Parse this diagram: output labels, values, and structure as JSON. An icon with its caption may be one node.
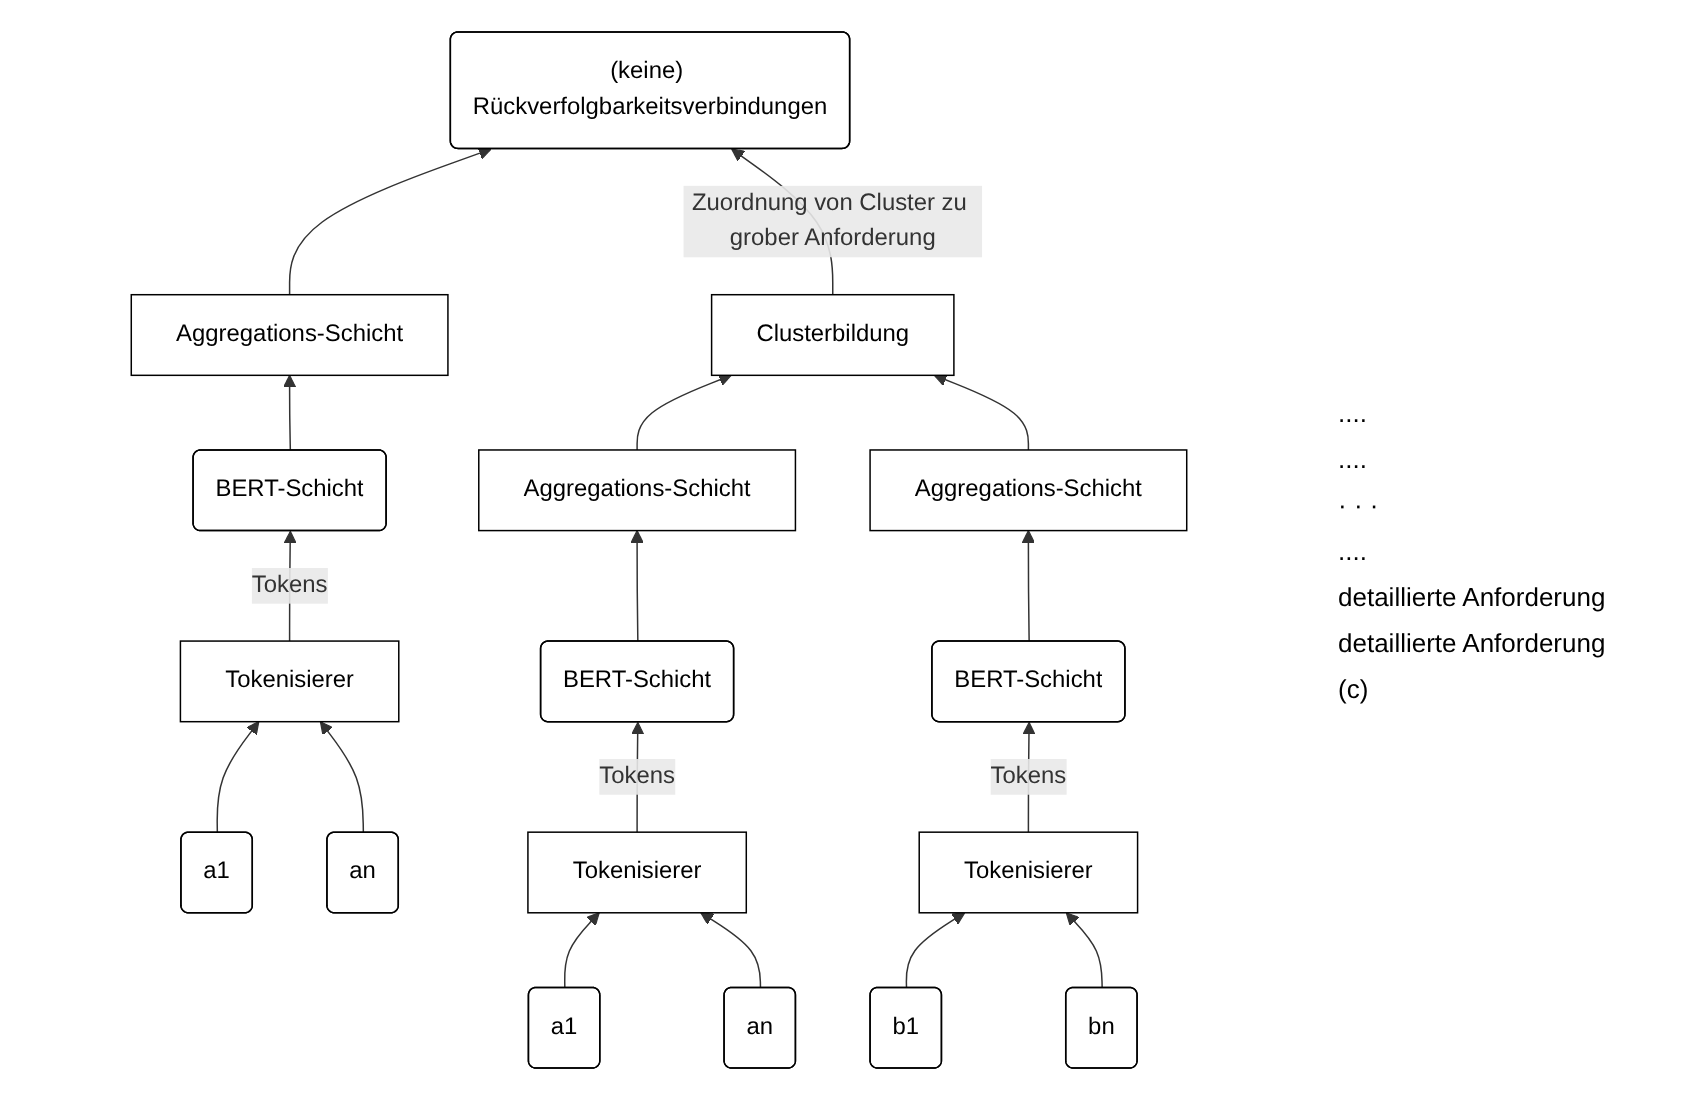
{
  "diagram": {
    "caption": "(c)",
    "nodes": [
      {
        "text": [
          "(keine) Rückverfolgbarkeitsverbindungen"
        ]
      },
      {
        "text": [
          "Clusterbildung"
        ]
      },
      {
        "text": [
          "Aggregations-Schicht"
        ]
      },
      {
        "text": [
          "BERT-Schicht"
        ]
      },
      {
        "text": [
          "Tokenisierer"
        ]
      },
      {
        "text": [
          "a1"
        ]
      },
      {
        "text": [
          "an"
        ]
      },
      {
        "text": [
          "Aggregations-Schicht"
        ]
      },
      {
        "text": [
          "BERT-Schicht"
        ]
      },
      {
        "text": [
          "Tokenisierer"
        ]
      },
      {
        "text": [
          "a1"
        ]
      },
      {
        "text": [
          "an"
        ]
      },
      {
        "text": [
          "Aggregations-Schicht"
        ]
      },
      {
        "text": [
          "BERT-Schicht"
        ]
      },
      {
        "text": [
          "Tokenisierer"
        ]
      },
      {
        "text": [
          "b1"
        ]
      },
      {
        "text": [
          "bn"
        ]
      }
    ],
    "edges": [
      {
        "from": 2,
        "to": 0,
        "arrow": "to"
      },
      {
        "from": 1,
        "to": 0,
        "arrow": "to",
        "label": "Zuordnung von Cluster zu grober Anforderung"
      },
      {
        "from": 7,
        "to": 1,
        "arrow": "to"
      },
      {
        "from": 12,
        "to": 1,
        "arrow": "to"
      },
      {
        "from": 3,
        "to": 2,
        "arrow": "to"
      },
      {
        "from": 4,
        "to": 3,
        "arrow": "to",
        "label": "Tokens"
      },
      {
        "from": 5,
        "to": 4,
        "arrow": "to"
      },
      {
        "from": 6,
        "to": 4,
        "arrow": "to"
      },
      {
        "from": 8,
        "to": 7,
        "arrow": "to"
      },
      {
        "from": 9,
        "to": 8,
        "arrow": "to",
        "label": "Tokens"
      },
      {
        "from": 10,
        "to": 9,
        "arrow": "to"
      },
      {
        "from": 11,
        "to": 9,
        "arrow": "to"
      },
      {
        "from": 13,
        "to": 12,
        "arrow": "to"
      },
      {
        "from": 14,
        "to": 13,
        "arrow": "to",
        "label": "Tokens"
      },
      {
        "from": 15,
        "to": 14,
        "arrow": "to"
      },
      {
        "from": 16,
        "to": 14,
        "arrow": "to"
      }
    ],
    "labels": [
      "....",
      "....",
      "· · ·",
      "....",
      "detaillierte Anforderung",
      "detaillierte Anforderung"
    ]
  }
}
